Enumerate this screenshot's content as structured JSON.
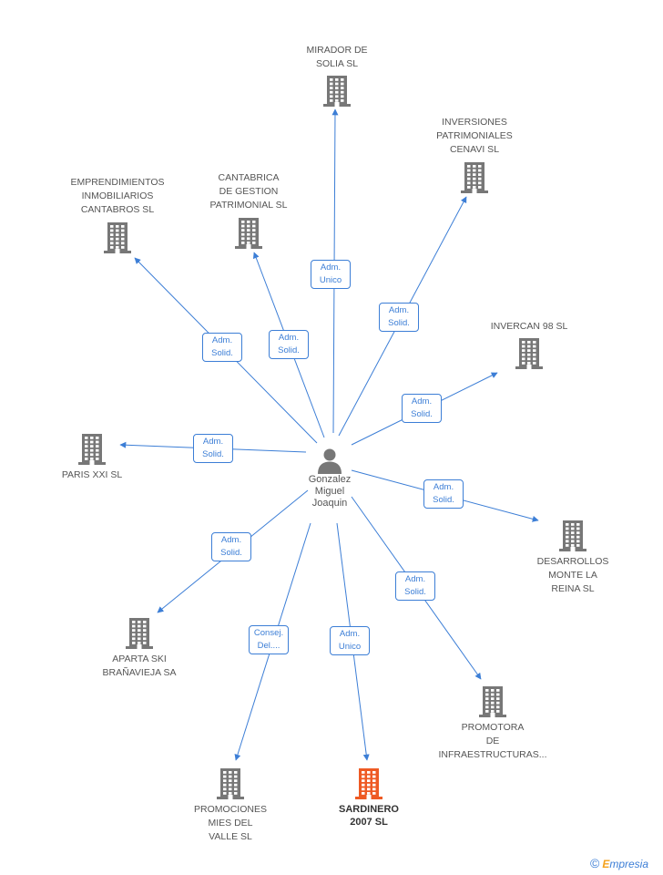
{
  "center": {
    "name": "Gonzalez\nMiguel\nJoaquin",
    "icon": "person-icon"
  },
  "colors": {
    "building": "#777777",
    "highlight": "#ee5a24",
    "link": "#3c7ed6",
    "text": "#555555"
  },
  "companies": [
    {
      "id": "mirador",
      "label": "MIRADOR DE\nSOLIA SL",
      "relation": "Adm.\nUnico"
    },
    {
      "id": "inversiones",
      "label": "INVERSIONES\nPATRIMONIALES\nCENAVI SL",
      "relation": "Adm.\nSolid."
    },
    {
      "id": "cantabrica",
      "label": "CANTABRICA\nDE GESTION\nPATRIMONIAL SL",
      "relation": "Adm.\nSolid."
    },
    {
      "id": "emprendimientos",
      "label": "EMPRENDIMIENTOS\nINMOBILIARIOS\nCANTABROS SL",
      "relation": "Adm.\nSolid."
    },
    {
      "id": "invercan",
      "label": "INVERCAN 98 SL",
      "relation": "Adm.\nSolid."
    },
    {
      "id": "paris",
      "label": "PARIS XXI SL",
      "relation": "Adm.\nSolid."
    },
    {
      "id": "desarrollos",
      "label": "DESARROLLOS\nMONTE LA\nREINA SL",
      "relation": "Adm.\nSolid."
    },
    {
      "id": "aparta",
      "label": "APARTA SKI\nBRAÑAVIEJA SA",
      "relation": "Adm.\nSolid."
    },
    {
      "id": "promotora",
      "label": "PROMOTORA\nDE\nINFRAESTRUCTURAS...",
      "relation": "Adm.\nSolid."
    },
    {
      "id": "promociones",
      "label": "PROMOCIONES\nMIES DEL\nVALLE SL",
      "relation": "Consej.\nDel...."
    },
    {
      "id": "sardinero",
      "label": "SARDINERO\n2007 SL",
      "relation": "Adm.\nUnico",
      "highlight": true
    }
  ],
  "footer": {
    "copyright_symbol": "©",
    "brand_initial": "E",
    "brand_rest": "mpresia"
  }
}
